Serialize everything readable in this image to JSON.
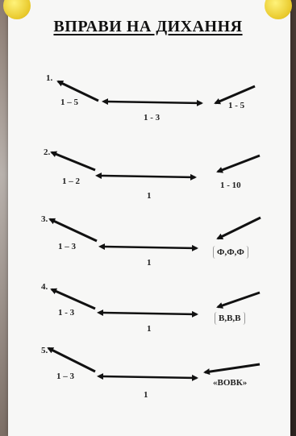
{
  "title": "ВПРАВИ НА ДИХАННЯ",
  "exercises": [
    {
      "number": "1.",
      "left": "1 – 5",
      "middle": "1 - 3",
      "right": "1 - 5"
    },
    {
      "number": "2.",
      "left": "1 – 2",
      "middle": "1",
      "right": "1 - 10"
    },
    {
      "number": "3.",
      "left": "1 – 3",
      "middle": "1",
      "right": "Ф,Ф,Ф"
    },
    {
      "number": "4.",
      "left": "1 - 3",
      "middle": "1",
      "right": "В,В,В"
    },
    {
      "number": "5.",
      "left": "1 – 3",
      "middle": "1",
      "right": "«ВОВК»"
    }
  ]
}
